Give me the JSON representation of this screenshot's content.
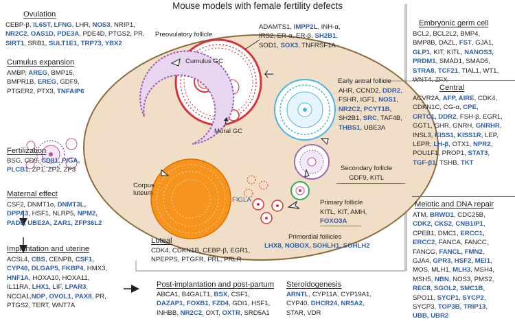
{
  "title": "Mouse models with female fertility defects",
  "colors": {
    "ovary": "#f0dec6",
    "gene_highlight": "#2f5da8",
    "preovulatory": "#d8323a",
    "early_antral": "#4ab3e6",
    "secondary": "#9b5ab8",
    "luteum": "#f7941d",
    "primary": "#34a853"
  },
  "follicle_labels": {
    "preovulatory": "Preovulatory follicle",
    "cumulus_gc": "Cumulus GC",
    "mural_gc": "Mural GC",
    "early_antral": "Early antral follicle",
    "secondary": "Secondary follicle",
    "primary": "Primary follicle",
    "primordial": "Primordial follicles",
    "corpus_luteum": "Corpus\nluteum",
    "figla": "FIGLA"
  },
  "sections": {
    "ovulation": {
      "title": "Ovulation",
      "lines": [
        [
          [
            "CEBP-β, ",
            false
          ],
          [
            "IL6ST, LFNG",
            true
          ],
          [
            ", LHR, ",
            false
          ],
          [
            "NOS3",
            true
          ],
          [
            ", NRIP1,",
            false
          ]
        ],
        [
          [
            "NR2C2, OAS1D, PDE3A",
            true
          ],
          [
            ", PDE4D, PTGS2, PR,",
            false
          ]
        ],
        [
          [
            "SIRT1",
            true
          ],
          [
            ", SRB1, ",
            false
          ],
          [
            "SULT1E1, TRP73, YBX2",
            true
          ]
        ]
      ]
    },
    "cumulus": {
      "title": "Cumulus expansion",
      "lines": [
        [
          [
            "AMBP, ",
            false
          ],
          [
            "AREG",
            true
          ],
          [
            ", BMP15,",
            false
          ]
        ],
        [
          [
            "BMPR1B, ",
            false
          ],
          [
            "EREG",
            true
          ],
          [
            ", GDF9,",
            false
          ]
        ],
        [
          [
            "PTGER2, PTX3, ",
            false
          ],
          [
            "TNFAIP6",
            true
          ]
        ]
      ]
    },
    "fertilization": {
      "title": "Fertilization",
      "lines": [
        [
          [
            "BSG, CD9, ",
            false
          ],
          [
            "CD81, PIGA,",
            true
          ]
        ],
        [
          [
            "PLCB1",
            true
          ],
          [
            ", ZP1, ZP2, ZP3",
            false
          ]
        ]
      ]
    },
    "maternal": {
      "title": "Maternal effect",
      "lines": [
        [
          [
            "CSF2, DNMT1o, ",
            false
          ],
          [
            "DNMT3L,",
            true
          ]
        ],
        [
          [
            "DPPA3",
            true
          ],
          [
            ", HSF1, NLRP5, ",
            false
          ],
          [
            "NPM2,",
            true
          ]
        ],
        [
          [
            "PAD6, UBE2A, ZAR1, ZFP36L2",
            true
          ]
        ]
      ]
    },
    "implantation": {
      "title": "Implantation and uterine",
      "lines": [
        [
          [
            "ACSL4, ",
            false
          ],
          [
            "CBS",
            true
          ],
          [
            ", CENPB, ",
            false
          ],
          [
            "CSF1,",
            true
          ]
        ],
        [
          [
            "CYP40, DLGAP5, FKBP4",
            true
          ],
          [
            ", HMX3,",
            false
          ]
        ],
        [
          [
            "HNF1A",
            true
          ],
          [
            ", HOXA10, HOXA11,",
            false
          ]
        ],
        [
          [
            "IL11RA, ",
            false
          ],
          [
            "LHX1",
            true
          ],
          [
            ", LIF, ",
            false
          ],
          [
            "LPAR3",
            true
          ],
          [
            ",",
            false
          ]
        ],
        [
          [
            "NCOA1,",
            false
          ],
          [
            "NDP",
            true
          ],
          [
            ", ",
            false
          ],
          [
            "OVOL1",
            true
          ],
          [
            ", ",
            false
          ],
          [
            "PAX8",
            true
          ],
          [
            ", PR,",
            false
          ]
        ],
        [
          [
            "PTGS2, TERT, WNT7A",
            false
          ]
        ]
      ]
    },
    "preovulatory_genes": {
      "lines": [
        [
          [
            "ADAMTS1, ",
            false
          ],
          [
            "IMPP2L",
            true
          ],
          [
            ", INH-α,",
            false
          ]
        ],
        [
          [
            "IRS2, ER-α, ER-β, ",
            false
          ],
          [
            "SH2B1",
            true
          ],
          [
            ",",
            false
          ]
        ],
        [
          [
            "SOD1, ",
            false
          ],
          [
            "SOX3",
            true
          ],
          [
            ", TNFRSF1A",
            false
          ]
        ]
      ]
    },
    "early_antral_genes": {
      "lines": [
        [
          [
            "AHR, CCND2, ",
            false
          ],
          [
            "DDR2",
            true
          ],
          [
            ",",
            false
          ]
        ],
        [
          [
            "FSHR, IGF1, ",
            false
          ],
          [
            "NOS1",
            true
          ],
          [
            ",",
            false
          ]
        ],
        [
          [
            "NR2C2, PCYT1B",
            true
          ],
          [
            ",",
            false
          ]
        ],
        [
          [
            "SH2B1, ",
            false
          ],
          [
            "SRC",
            true
          ],
          [
            ", TAF4B,",
            false
          ]
        ],
        [
          [
            "THBS1",
            true
          ],
          [
            ", UBE3A",
            false
          ]
        ]
      ]
    },
    "secondary_genes": {
      "lines": [
        [
          [
            "GDF9, KITL",
            false
          ]
        ]
      ]
    },
    "primary_genes": {
      "lines": [
        [
          [
            "KITL, KIT, AMH,",
            false
          ]
        ],
        [
          [
            "FOXO3A",
            true
          ]
        ]
      ]
    },
    "primordial_genes": {
      "lines": [
        [
          [
            "LHX8, NOBOX, SOHLH1, SOHLH2",
            true
          ]
        ]
      ]
    },
    "luteal": {
      "title": "Luteal",
      "lines": [
        [
          [
            "CDK4, CDKN1B, CEBP-β, EGR1,",
            false
          ]
        ],
        [
          [
            "NPEPPS, PTGFR, PRL, PRLR",
            false
          ]
        ]
      ]
    },
    "postimplantation": {
      "title": "Post-implantation and post-partum",
      "lines": [
        [
          [
            "ABCA1, B4GALT1, ",
            false
          ],
          [
            "BSX",
            true
          ],
          [
            ", CSF1,",
            false
          ]
        ],
        [
          [
            "DAZAP1, FOXB1, FZD4",
            true
          ],
          [
            ", GDI1, HSF1,",
            false
          ]
        ],
        [
          [
            "INHBB, ",
            false
          ],
          [
            "NR2C2",
            true
          ],
          [
            ", OXT, ",
            false
          ],
          [
            "OXTR",
            true
          ],
          [
            ", SRD5A1",
            false
          ]
        ]
      ]
    },
    "steroidogenesis": {
      "title": "Steroidogenesis",
      "lines": [
        [
          [
            "ARNTL",
            true
          ],
          [
            ", CYP11A, CYP19A1,",
            false
          ]
        ],
        [
          [
            "CYP40, ",
            false
          ],
          [
            "DHCR24, NR5A2",
            true
          ],
          [
            ",",
            false
          ]
        ],
        [
          [
            "STAR, VDR",
            false
          ]
        ]
      ]
    },
    "germ_cell": {
      "title": "Embryonic germ cell",
      "lines": [
        [
          [
            "BCL2, BCL2L2, BMP4,",
            false
          ]
        ],
        [
          [
            "BMP8B, DAZL, ",
            false
          ],
          [
            "FST",
            true
          ],
          [
            ", GJA1,",
            false
          ]
        ],
        [
          [
            "GLP1",
            true
          ],
          [
            ", KIT, KITL, ",
            false
          ],
          [
            "NANOS3,",
            true
          ]
        ],
        [
          [
            "PRDM1",
            true
          ],
          [
            ", SMAD1, SMAD5,",
            false
          ]
        ],
        [
          [
            "STRA8, TCF21",
            true
          ],
          [
            ", TIAL1, WT1,",
            false
          ]
        ],
        [
          [
            "WNT4, ZFX",
            false
          ]
        ]
      ]
    },
    "central": {
      "title": "Central",
      "lines": [
        [
          [
            "ACVR2A, ",
            false
          ],
          [
            "AFP, AIRE",
            true
          ],
          [
            ", CDK4,",
            false
          ]
        ],
        [
          [
            "CDKN1C, CG-α, ",
            false
          ],
          [
            "CPE,",
            true
          ]
        ],
        [
          [
            "CRTC1, DDR2",
            true
          ],
          [
            ", FSH-β, EGR1,",
            false
          ]
        ],
        [
          [
            "GGT1, GHR, GNRH, ",
            false
          ],
          [
            "GNRHR",
            true
          ],
          [
            ",",
            false
          ]
        ],
        [
          [
            "INSL3, ",
            false
          ],
          [
            "KISS1, KISS1R",
            true
          ],
          [
            ", LEP,",
            false
          ]
        ],
        [
          [
            "LEPR, ",
            false
          ],
          [
            "LH-β",
            true
          ],
          [
            ", OTX1, ",
            false
          ],
          [
            "NPR2",
            true
          ],
          [
            ",",
            false
          ]
        ],
        [
          [
            "POU1F1, PROP1, ",
            false
          ],
          [
            "STAT3",
            true
          ],
          [
            ",",
            false
          ]
        ],
        [
          [
            "TGF-β1",
            true
          ],
          [
            ", TSHB, ",
            false
          ],
          [
            "TKT",
            true
          ]
        ]
      ]
    },
    "meiotic": {
      "title": "Meiotic and DNA repair",
      "lines": [
        [
          [
            "ATM, ",
            false
          ],
          [
            "BRWD1",
            true
          ],
          [
            ", CDC25B,",
            false
          ]
        ],
        [
          [
            "CDK2, CKS2, CNB1IP1",
            true
          ],
          [
            ",",
            false
          ]
        ],
        [
          [
            "CPEB1, DMC1, ",
            false
          ],
          [
            "ERCC1,",
            true
          ]
        ],
        [
          [
            "ERCC2",
            true
          ],
          [
            ", FANCA, FANCC,",
            false
          ]
        ],
        [
          [
            "FANCG, ",
            false
          ],
          [
            "FANCL, FMN2",
            true
          ],
          [
            ",",
            false
          ]
        ],
        [
          [
            "GJA4, ",
            false
          ],
          [
            "GPR3, HSF2, MEI1",
            true
          ],
          [
            ",",
            false
          ]
        ],
        [
          [
            "MOS, MLH1, ",
            false
          ],
          [
            "MLH3",
            true
          ],
          [
            ", MSH4,",
            false
          ]
        ],
        [
          [
            "MSH5, ",
            false
          ],
          [
            "NBN",
            true
          ],
          [
            ", NOS3, PMS2,",
            false
          ]
        ],
        [
          [
            "REC8, SGOL2, SMC1B",
            true
          ],
          [
            ",",
            false
          ]
        ],
        [
          [
            "SPO11, ",
            false
          ],
          [
            "SYCP1, SYCP2",
            true
          ],
          [
            ",",
            false
          ]
        ],
        [
          [
            "SYCP3, ",
            false
          ],
          [
            "TOP3B, TRIP13",
            true
          ],
          [
            ",",
            false
          ]
        ],
        [
          [
            "UBB, UBR2",
            true
          ]
        ]
      ]
    }
  }
}
